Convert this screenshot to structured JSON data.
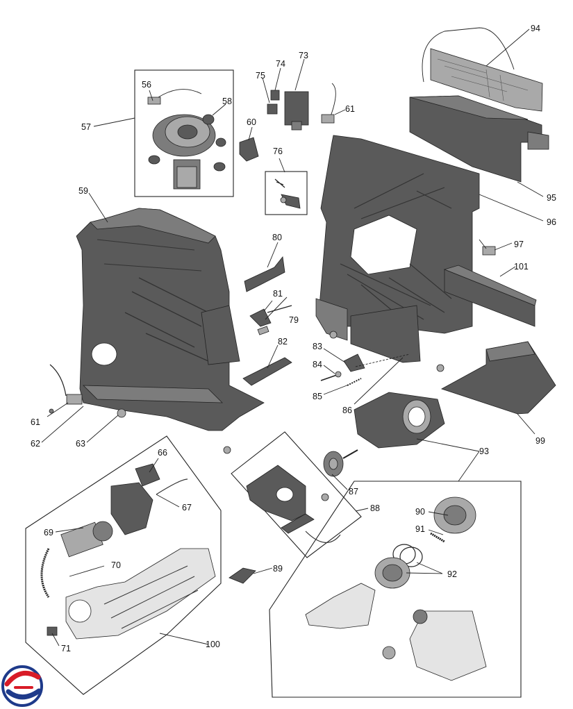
{
  "labels": {
    "l56": "56",
    "l57": "57",
    "l58": "58",
    "l59": "59",
    "l60": "60",
    "l61a": "61",
    "l61b": "61",
    "l62": "62",
    "l63": "63",
    "l66": "66",
    "l67": "67",
    "l69": "69",
    "l70": "70",
    "l71": "71",
    "l73": "73",
    "l74": "74",
    "l75": "75",
    "l76": "76",
    "l79": "79",
    "l80": "80",
    "l81": "81",
    "l82": "82",
    "l83": "83",
    "l84": "84",
    "l85": "85",
    "l86": "86",
    "l87": "87",
    "l88": "88",
    "l89": "89",
    "l90": "90",
    "l91": "91",
    "l92": "92",
    "l93": "93",
    "l94": "94",
    "l95": "95",
    "l96": "96",
    "l97": "97",
    "l99": "99",
    "l100": "100",
    "l101": "101"
  }
}
